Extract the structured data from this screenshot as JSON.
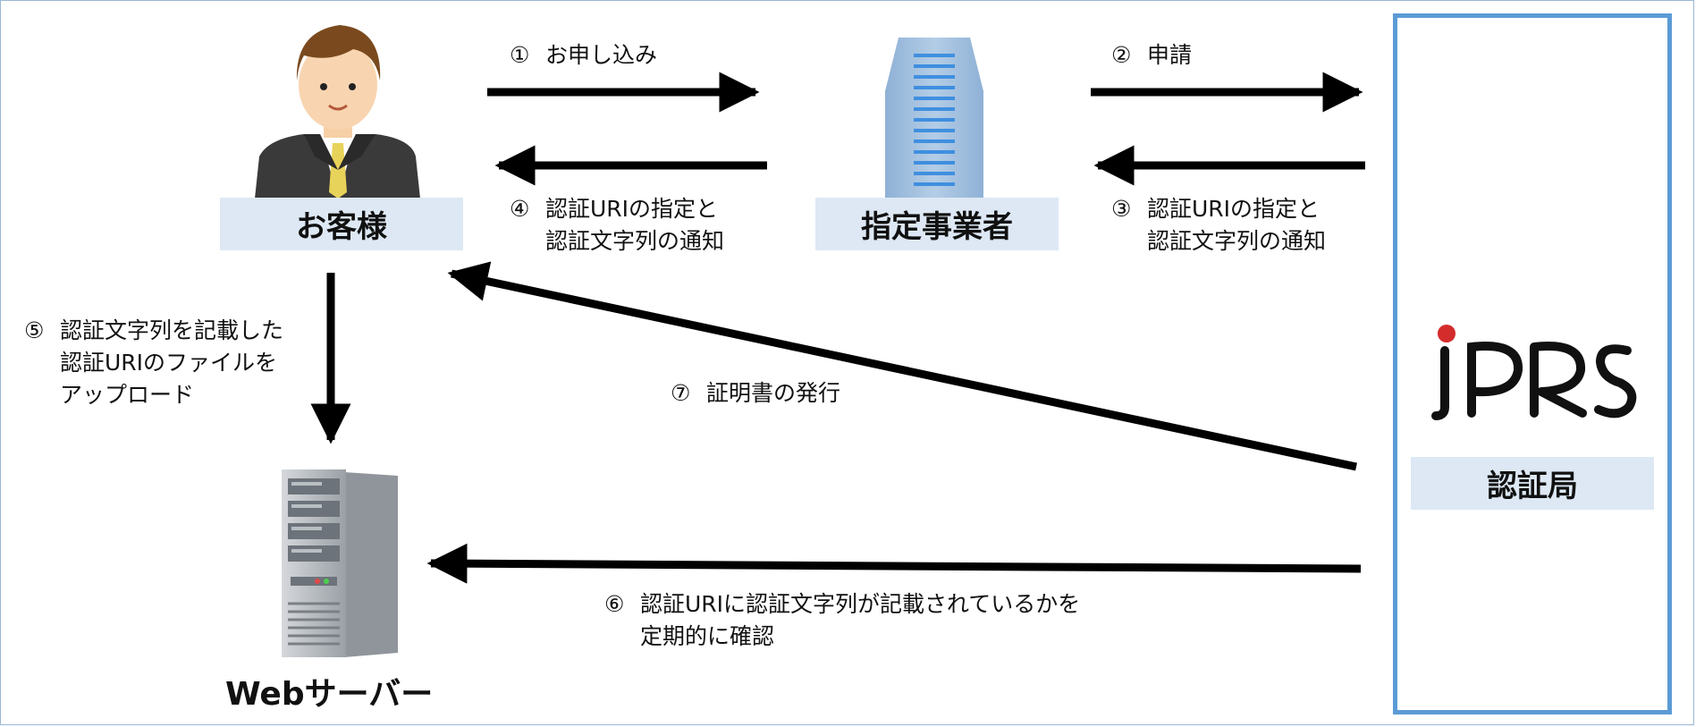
{
  "actors": {
    "customer": "お客様",
    "designated_operator": "指定事業者",
    "web_server": "Webサーバー",
    "certificate_authority": "認証局",
    "ca_logo_text": "JPRS"
  },
  "steps": [
    {
      "num": "①",
      "lines": [
        "お申し込み"
      ]
    },
    {
      "num": "②",
      "lines": [
        "申請"
      ]
    },
    {
      "num": "③",
      "lines": [
        "認証URIの指定と",
        "認証文字列の通知"
      ]
    },
    {
      "num": "④",
      "lines": [
        "認証URIの指定と",
        "認証文字列の通知"
      ]
    },
    {
      "num": "⑤",
      "lines": [
        "認証文字列を記載した",
        "認証URIのファイルを",
        "アップロード"
      ]
    },
    {
      "num": "⑥",
      "lines": [
        "認証URIに認証文字列が記載されているかを",
        "定期的に確認"
      ]
    },
    {
      "num": "⑦",
      "lines": [
        "証明書の発行"
      ]
    }
  ],
  "colors": {
    "label_bg": "#dde8f4",
    "ca_border": "#5b9bd5",
    "logo_dot": "#d42b2b",
    "arrow": "#000000"
  },
  "icons": {
    "customer": "businessman-icon",
    "operator": "office-building-icon",
    "server": "server-tower-icon"
  }
}
